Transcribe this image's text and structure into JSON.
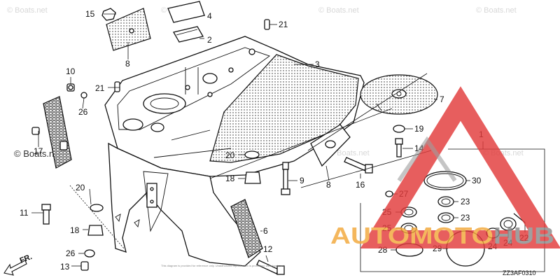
{
  "watermarks": {
    "boats_net": "© Boats.net",
    "brand_logo": "AUTOMOTOHUB",
    "footer_fineprint": "This diagram is provided for reference only. Unauthorized reproduction is prohibited. www.boats.net"
  },
  "diagram_code": "ZZ3AF0310",
  "direction_label": "FR.",
  "colors": {
    "line": "#111111",
    "watermark_text": "#d0d0d0",
    "logo_red": "#e23b3b",
    "logo_orange": "#f2a83a",
    "logo_gray": "#8a8a8a"
  },
  "callouts": [
    {
      "id": "c1",
      "label": "1"
    },
    {
      "id": "c2",
      "label": "2"
    },
    {
      "id": "c3",
      "label": "3"
    },
    {
      "id": "c4",
      "label": "4"
    },
    {
      "id": "c6",
      "label": "6"
    },
    {
      "id": "c7",
      "label": "7"
    },
    {
      "id": "c8a",
      "label": "8"
    },
    {
      "id": "c8b",
      "label": "8"
    },
    {
      "id": "c9",
      "label": "9"
    },
    {
      "id": "c10",
      "label": "10"
    },
    {
      "id": "c11",
      "label": "11"
    },
    {
      "id": "c12",
      "label": "12"
    },
    {
      "id": "c13",
      "label": "13"
    },
    {
      "id": "c14",
      "label": "14"
    },
    {
      "id": "c15",
      "label": "15"
    },
    {
      "id": "c16",
      "label": "16"
    },
    {
      "id": "c17",
      "label": "17"
    },
    {
      "id": "c18a",
      "label": "18"
    },
    {
      "id": "c18b",
      "label": "18"
    },
    {
      "id": "c19",
      "label": "19"
    },
    {
      "id": "c20a",
      "label": "20"
    },
    {
      "id": "c20b",
      "label": "20"
    },
    {
      "id": "c21a",
      "label": "21"
    },
    {
      "id": "c21b",
      "label": "21"
    },
    {
      "id": "c22",
      "label": "22"
    },
    {
      "id": "c23a",
      "label": "23"
    },
    {
      "id": "c23b",
      "label": "23"
    },
    {
      "id": "c24a",
      "label": "24"
    },
    {
      "id": "c24b",
      "label": "24"
    },
    {
      "id": "c25a",
      "label": "25"
    },
    {
      "id": "c25b",
      "label": "25"
    },
    {
      "id": "c26a",
      "label": "26"
    },
    {
      "id": "c26b",
      "label": "26"
    },
    {
      "id": "c27",
      "label": "27"
    },
    {
      "id": "c28",
      "label": "28"
    },
    {
      "id": "c29",
      "label": "29"
    },
    {
      "id": "c30",
      "label": "30"
    }
  ]
}
